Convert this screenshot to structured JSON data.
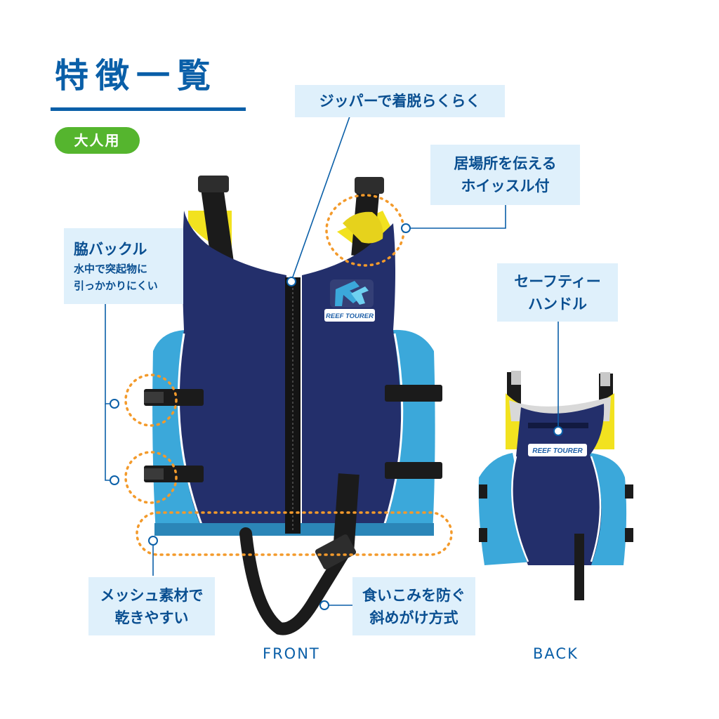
{
  "header": {
    "title": "特徴一覧",
    "badge": "大人用"
  },
  "callouts": {
    "zipper": "ジッパーで着脱らくらく",
    "whistle": [
      "居場所を伝える",
      "ホイッスル付"
    ],
    "side_buckle": {
      "title": "脇バックル",
      "desc": [
        "水中で突起物に",
        "引っかかりにくい"
      ]
    },
    "safety_handle": [
      "セーフティー",
      "ハンドル"
    ],
    "mesh": [
      "メッシュ素材で",
      "乾きやすい"
    ],
    "crotch_strap": [
      "食いこみを防ぐ",
      "斜めがけ方式"
    ]
  },
  "views": {
    "front": "FRONT",
    "back": "BACK"
  },
  "brand": {
    "logo_text": "REEF TOURER",
    "logo_mark": "RT"
  },
  "colors": {
    "navy": "#232f6b",
    "light_blue": "#3ba8da",
    "yellow": "#f2e21f",
    "callout_text": "#0a4f91",
    "callout_bg": "#dff0fb",
    "dotted_ring": "#f39a2b",
    "badge_green": "#55b52e"
  }
}
